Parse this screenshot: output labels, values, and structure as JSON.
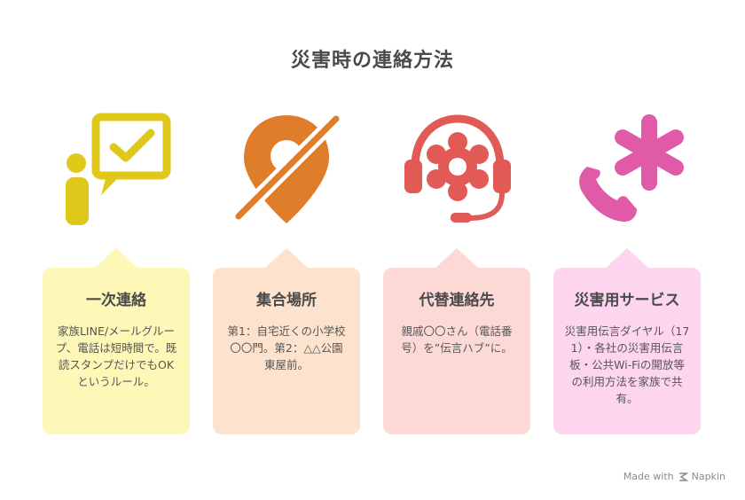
{
  "title": "災害時の連絡方法",
  "colors": {
    "yellow": "#e0c81a",
    "orange": "#e07d2a",
    "red": "#e25a55",
    "pink": "#e05aa8",
    "card_yellow": "#fdf8b8",
    "card_orange": "#fde3cd",
    "card_red": "#fdd9d6",
    "card_pink": "#fdd5ef"
  },
  "cards": [
    {
      "icon": "person-speech-check-icon",
      "title": "一次連絡",
      "text": "家族LINE/メールグループ、電話は短時間で。既読スタンプだけでもOKというルール。"
    },
    {
      "icon": "location-off-icon",
      "title": "集合場所",
      "text": "第1：自宅近くの小学校〇〇門。第2：△△公園 東屋前。"
    },
    {
      "icon": "headset-gear-icon",
      "title": "代替連絡先",
      "text": "親戚〇〇さん（電話番号）を”伝言ハブ”に。"
    },
    {
      "icon": "emergency-phone-icon",
      "title": "災害用サービス",
      "text": "災害用伝言ダイヤル（171）・各社の災害用伝言板・公共Wi-Fiの開放等の利用方法を家族で共有。"
    }
  ],
  "footer": {
    "made_with": "Made with",
    "brand": "Napkin"
  }
}
